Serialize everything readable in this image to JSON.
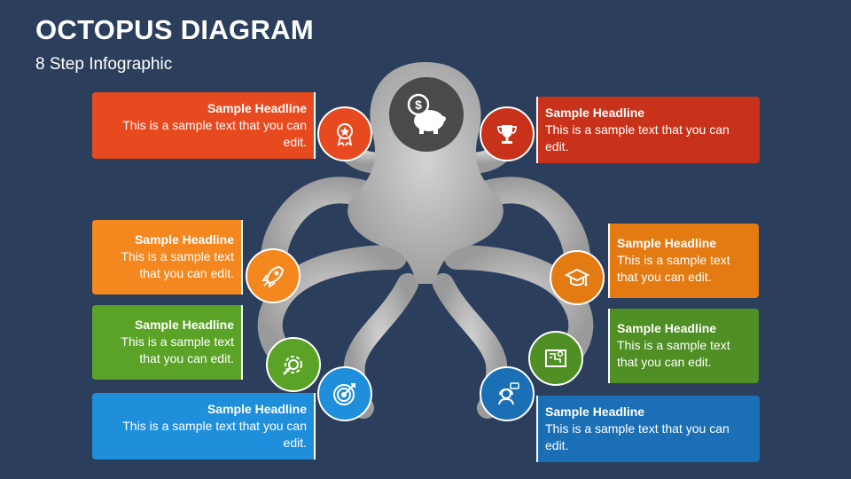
{
  "title": "OCTOPUS DIAGRAM",
  "subtitle": "8 Step Infographic",
  "center_icon": "piggy-bank-dollar-icon",
  "steps": [
    {
      "headline": "Sample Headline",
      "text": "This is a sample text that you can edit.",
      "color": "#e84a1f",
      "icon": "award-ribbon-icon"
    },
    {
      "headline": "Sample Headline",
      "text": "This is a sample text that you can edit.",
      "color": "#f5871f",
      "icon": "rocket-icon"
    },
    {
      "headline": "Sample Headline",
      "text": "This is a sample text that you can edit.",
      "color": "#5ba327",
      "icon": "gear-wrench-icon"
    },
    {
      "headline": "Sample Headline",
      "text": "This is a sample text that you can edit.",
      "color": "#1f8fdc",
      "icon": "target-icon"
    },
    {
      "headline": "Sample Headline",
      "text": "This is a sample text that you can edit.",
      "color": "#c8321a",
      "icon": "trophy-icon"
    },
    {
      "headline": "Sample Headline",
      "text": "This is a sample text that you can edit.",
      "color": "#e37a12",
      "icon": "graduation-cap-icon"
    },
    {
      "headline": "Sample Headline",
      "text": "This is a sample text that you can edit.",
      "color": "#4f8f24",
      "icon": "blueprint-icon"
    },
    {
      "headline": "Sample Headline",
      "text": "This is a sample text that you can edit.",
      "color": "#1a6fb5",
      "icon": "support-agent-icon"
    }
  ]
}
